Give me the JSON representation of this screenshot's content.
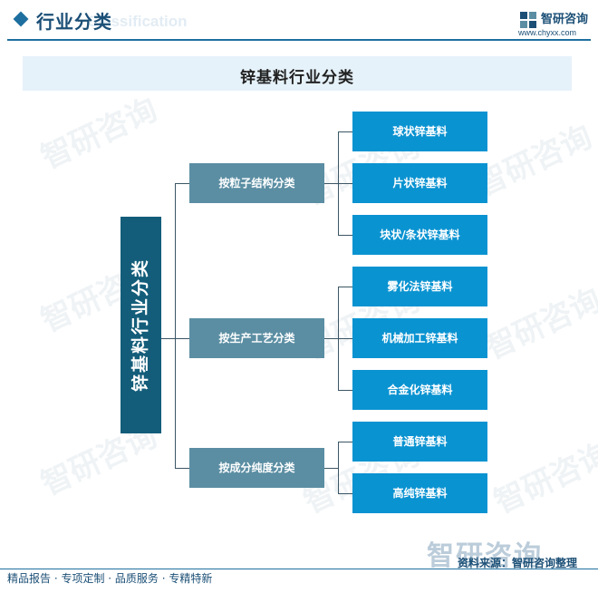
{
  "header": {
    "title": "行业分类",
    "title_en": "Classification",
    "brand_name": "智研咨询",
    "brand_url": "www.chyxx.com"
  },
  "diagram": {
    "title": "锌基料行业分类",
    "root": "锌基料行业分类",
    "groups": [
      {
        "label": "按粒子结构分类",
        "children": [
          "球状锌基料",
          "片状锌基料",
          "块状/条状锌基料"
        ]
      },
      {
        "label": "按生产工艺分类",
        "children": [
          "雾化法锌基料",
          "机械加工锌基料",
          "合金化锌基料"
        ]
      },
      {
        "label": "按成分纯度分类",
        "children": [
          "普通锌基料",
          "高纯锌基料"
        ]
      }
    ]
  },
  "watermark": "智研咨询",
  "footer": {
    "source": "资料来源：智研咨询整理",
    "tagline": "精品报告 · 专项定制 · 品质服务 · 专精特新"
  },
  "colors": {
    "root": "#135d7a",
    "mid": "#5b8ea3",
    "leaf": "#0a93d1",
    "accent": "#1e6f9f"
  }
}
